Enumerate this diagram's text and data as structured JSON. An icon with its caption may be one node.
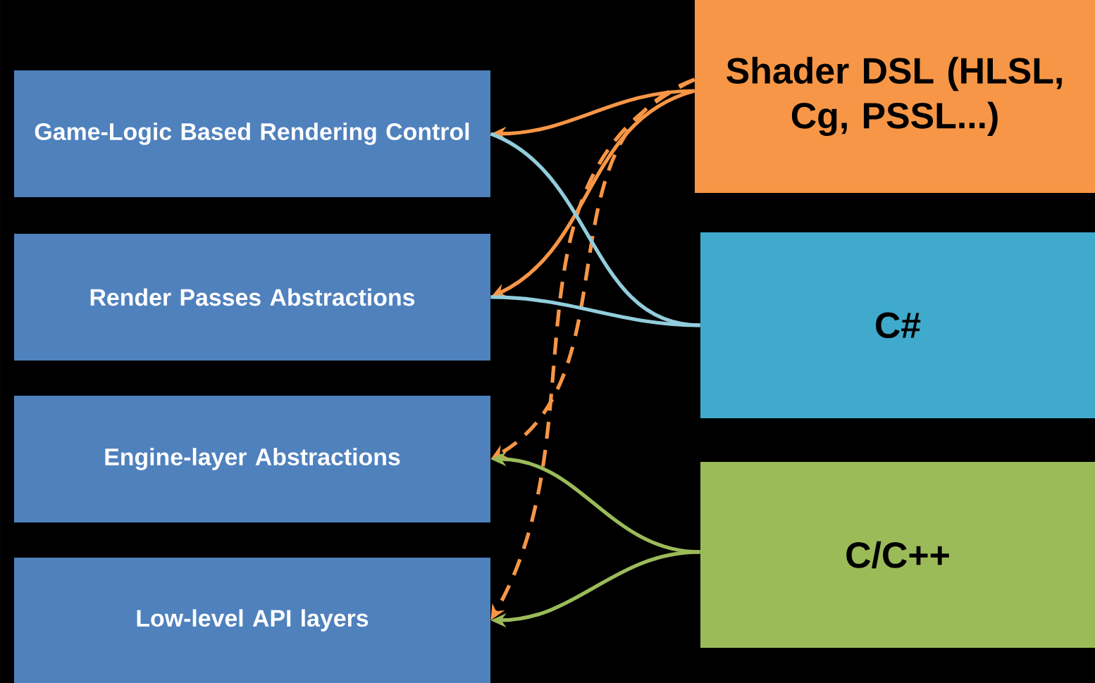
{
  "diagram": {
    "nodes": [
      {
        "text": [
          "Game-Logic Based Rendering Control"
        ]
      },
      {
        "text": [
          "Render Passes Abstractions"
        ]
      },
      {
        "text": [
          "Engine-layer Abstractions"
        ]
      },
      {
        "text": [
          "Low-level API layers"
        ]
      },
      {
        "text": [
          "Shader DSL (HLSL, Cg, PSSL...)"
        ]
      },
      {
        "text": [
          "C#"
        ]
      },
      {
        "text": [
          "C/C++"
        ]
      }
    ],
    "edges": [
      {
        "from": 4,
        "to": 0,
        "arrow": "to"
      },
      {
        "from": 4,
        "to": 1,
        "arrow": "to"
      },
      {
        "from": 4,
        "to": 2,
        "arrow": "to",
        "style": "dashed"
      },
      {
        "from": 4,
        "to": 3,
        "arrow": "to",
        "style": "dashed"
      },
      {
        "from": 5,
        "to": 0,
        "arrow": "none",
        "color": "#92cddc"
      },
      {
        "from": 5,
        "to": 1,
        "arrow": "none",
        "color": "#92cddc"
      },
      {
        "from": 6,
        "to": 2,
        "arrow": "to",
        "color": "#9bbb59"
      },
      {
        "from": 6,
        "to": 3,
        "arrow": "to",
        "color": "#9bbb59"
      }
    ]
  }
}
